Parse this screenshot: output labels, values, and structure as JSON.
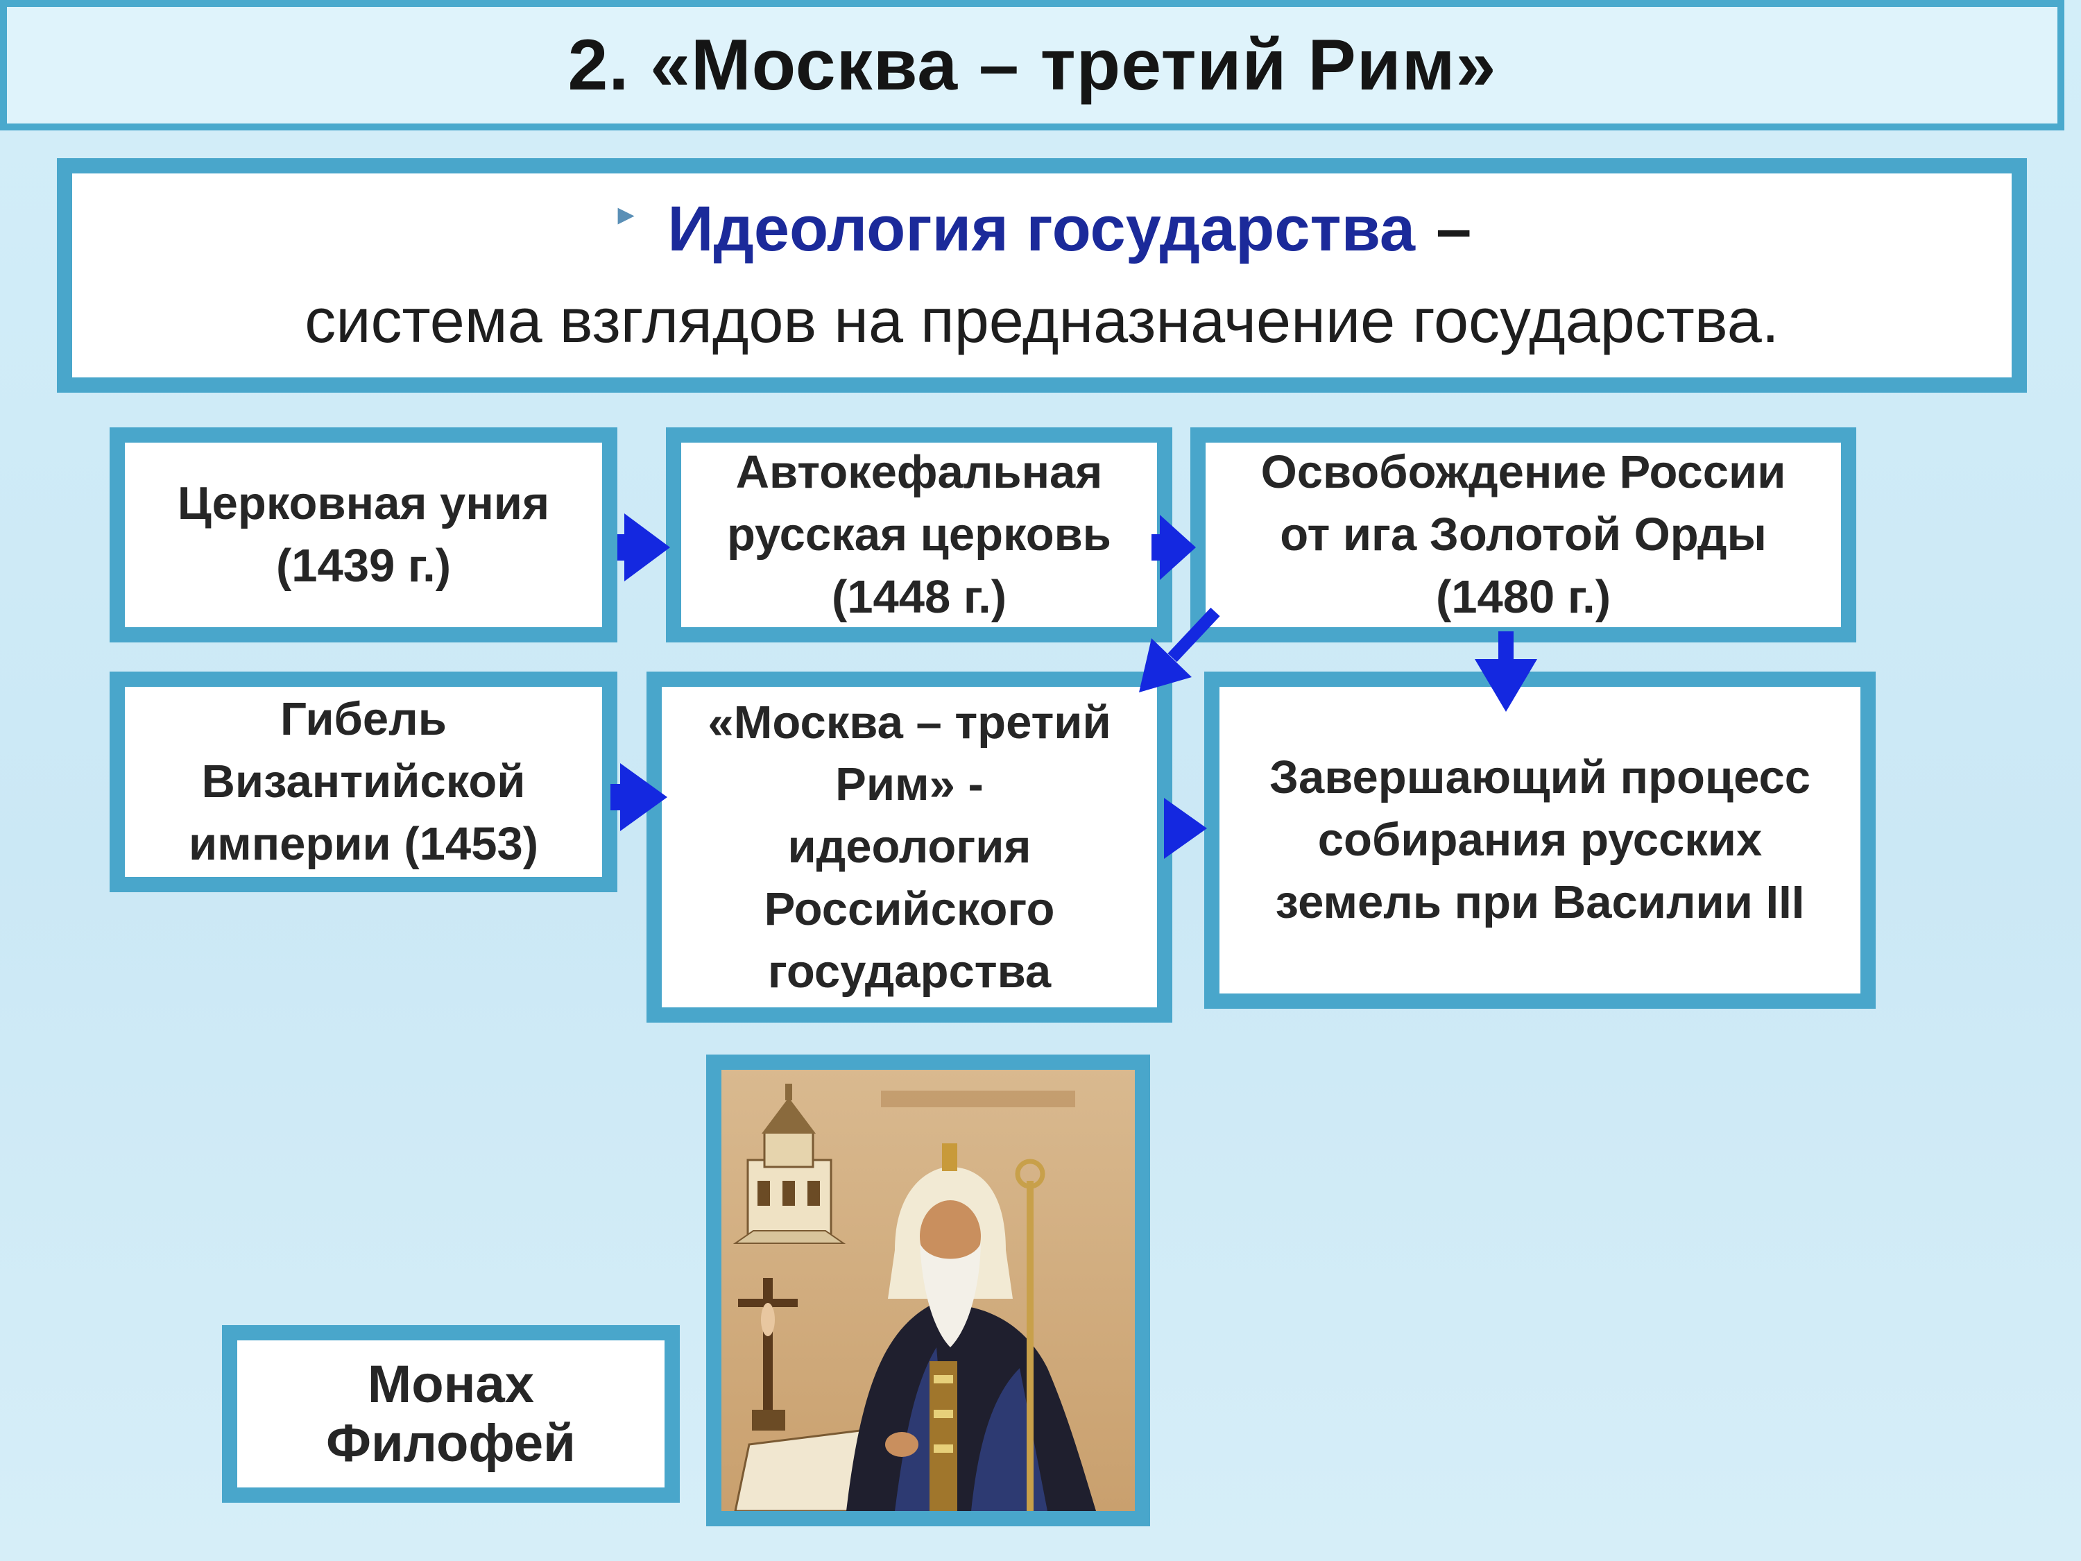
{
  "title": "2. «Москва – третий Рим»",
  "definition": {
    "term": "Идеология государства",
    "dash": "–",
    "text": "система взглядов на предназначение государства."
  },
  "boxes": {
    "church_union": "Церковная уния\n(1439 г.)",
    "autocephalous": "Автокефальная\nрусская церковь\n(1448 г.)",
    "liberation": "Освобождение России\nот ига Золотой Орды\n(1480 г.)",
    "byzantium_fall": "Гибель\nВизантийской\nимперии (1453)",
    "moscow_rome": "«Москва – третий\nРим» -\nидеология\nРоссийского\nгосударства",
    "completion": "Завершающий процесс\nсобирания русских\nземель при Василии III"
  },
  "monk_label": "Монах\nФилофей",
  "icon": "monk-filofey-portrait-icon",
  "colors": {
    "background": "#cdeaf6",
    "border": "#49a6cb",
    "term": "#1b2a9a",
    "arrow": "#1428e0"
  }
}
